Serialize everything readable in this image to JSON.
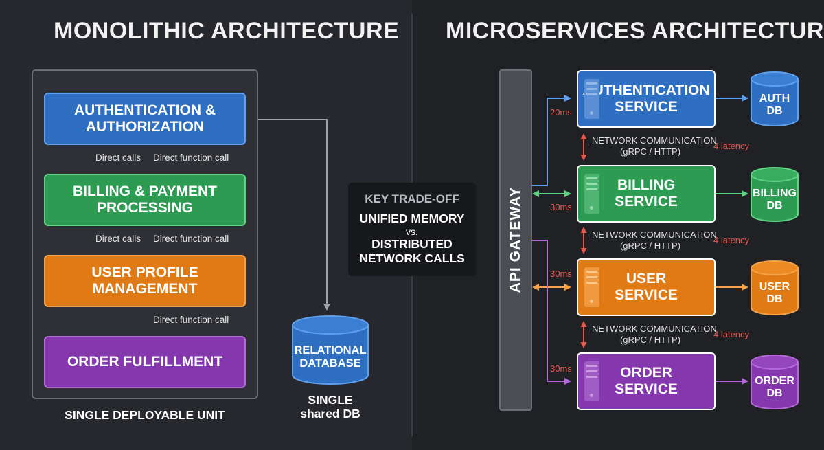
{
  "monolith": {
    "title": "MONOLITHIC ARCHITECTURE",
    "modules": [
      {
        "line1": "AUTHENTICATION &",
        "line2": "AUTHORIZATION"
      },
      {
        "line1": "BILLING & PAYMENT",
        "line2": "PROCESSING"
      },
      {
        "line1": "USER PROFILE",
        "line2": "MANAGEMENT"
      },
      {
        "line1": "ORDER FULFILLMENT",
        "line2": ""
      }
    ],
    "direct_calls": "Direct calls",
    "direct_function_call": "Direct function call",
    "unit_label": "SINGLE DEPLOYABLE UNIT",
    "database": {
      "line1": "RELATIONAL",
      "line2": "DATABASE"
    },
    "db_caption": {
      "line1": "SINGLE",
      "line2": "shared DB"
    }
  },
  "tradeoff": {
    "heading": "KEY TRADE-OFF",
    "option_a": "UNIFIED MEMORY",
    "vs": "vs.",
    "option_b_line1": "DISTRIBUTED",
    "option_b_line2": "NETWORK CALLS"
  },
  "microservices": {
    "title": "MICROSERVICES ARCHITECTURE",
    "gateway": "API GATEWAY",
    "services": [
      {
        "line1": "AUTHENTICATION",
        "line2": "SERVICE",
        "latency": "20ms",
        "db1": "AUTH",
        "db2": "DB"
      },
      {
        "line1": "BILLING",
        "line2": "SERVICE",
        "latency": "30ms",
        "db1": "BILLING",
        "db2": "DB"
      },
      {
        "line1": "USER",
        "line2": "SERVICE",
        "latency": "30ms",
        "db1": "USER",
        "db2": "DB"
      },
      {
        "line1": "ORDER",
        "line2": "SERVICE",
        "latency": "30ms",
        "db1": "ORDER",
        "db2": "DB"
      }
    ],
    "network": {
      "line1": "NETWORK COMMUNICATION",
      "line2": "(gRPC / HTTP)",
      "latency": "4 latency"
    }
  },
  "colors": {
    "auth": "#2f6fc2",
    "billing": "#2e9b52",
    "user": "#e07a14",
    "order": "#8538ae",
    "latency_red": "#e6574e",
    "background": "#26282d"
  }
}
